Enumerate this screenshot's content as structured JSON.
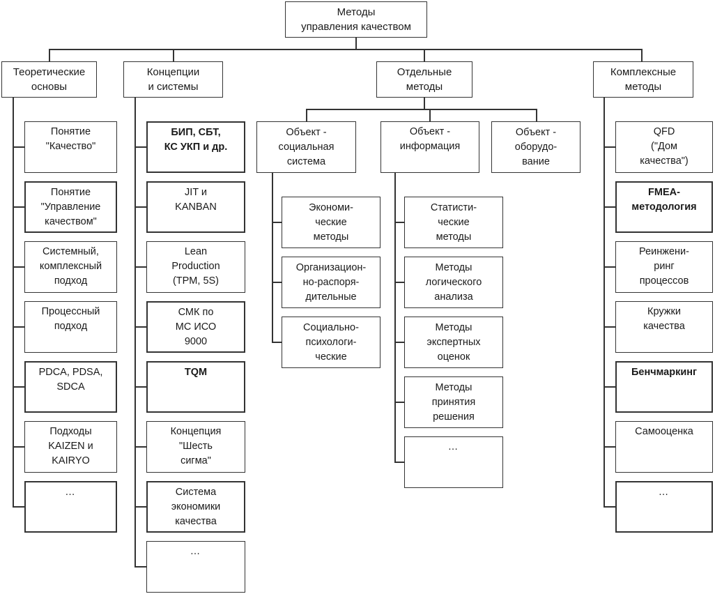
{
  "root": {
    "label": "Методы\nуправления качеством"
  },
  "groups": [
    {
      "label": "Теоретические\nосновы",
      "items": [
        "Понятие\n\"Качество\"",
        "Понятие\n\"Управление\nкачеством\"",
        "Системный,\nкомплексный\nподход",
        "Процессный\nподход",
        "PDCA, PDSA,\nSDCA",
        "Подходы\nKAIZEN и\nKAIRYO",
        "…"
      ]
    },
    {
      "label": "Концепции\nи системы",
      "items": [
        "БИП, СБТ,\nКС УКП и др.",
        "JIT и\nKANBAN",
        "Lean\nProduction\n(TPM, 5S)",
        "СМК по\nМС ИСО\n9000",
        "TQM",
        "Концепция\n\"Шесть\nсигма\"",
        "Система\nэкономики\nкачества",
        "…"
      ]
    },
    {
      "label": "Отдельные\nметоды",
      "subgroups": [
        {
          "label": "Объект -\nсоциальная\nсистема",
          "items": [
            "Экономи-\nческие\nметоды",
            "Организацион-\nно-распоря-\nдительные",
            "Социально-\nпсихологи-\nческие"
          ]
        },
        {
          "label": "Объект -\nинформация",
          "items": [
            "Статисти-\nческие\nметоды",
            "Методы\nлогического\nанализа",
            "Методы\nэкспертных\nоценок",
            "Методы\nпринятия\nрешения",
            "…"
          ]
        },
        {
          "label": "Объект -\nоборудо-\nвание",
          "items": []
        }
      ]
    },
    {
      "label": "Комплексные\nметоды",
      "items": [
        "QFD\n(\"Дом\nкачества\")",
        "FMEA-\nметодология",
        "Реинжени-\nринг\nпроцессов",
        "Кружки\nкачества",
        "Бенчмаркинг",
        "Самооценка",
        "…"
      ]
    }
  ]
}
